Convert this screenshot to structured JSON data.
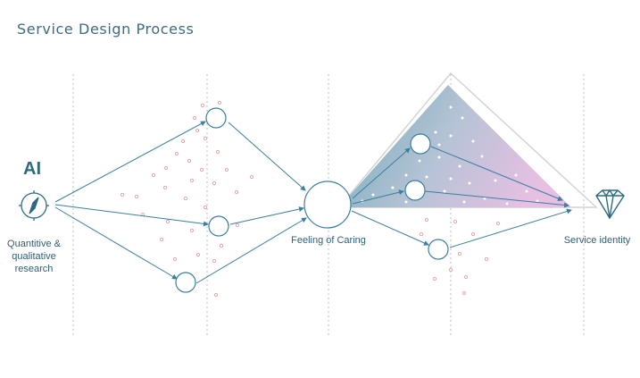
{
  "title": "Service Design Process",
  "labels": {
    "ai": "AI",
    "research": "Quantitive & qualitative research",
    "caring": "Feeling of Caring",
    "identity": "Service identity"
  },
  "icons": {
    "compass": "compass-icon",
    "diamond": "diamond-icon"
  },
  "colors": {
    "line": "#3a7fa0",
    "dot": "#e0a9a9",
    "title": "#3f6b80",
    "gradient_start": "#6aa6b5",
    "gradient_end": "#e1bfe0"
  }
}
